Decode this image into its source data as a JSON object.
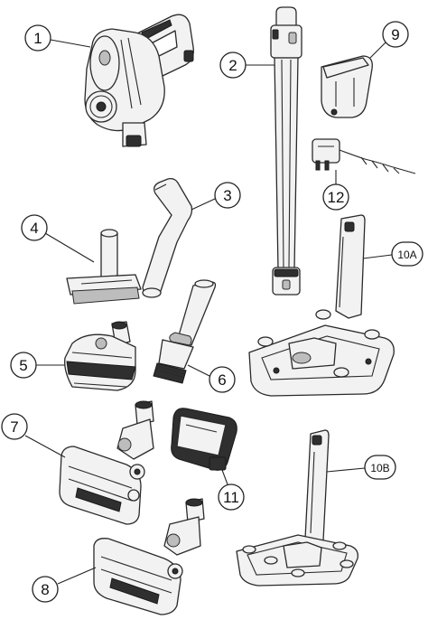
{
  "callouts": {
    "c1": "1",
    "c2": "2",
    "c3": "3",
    "c4": "4",
    "c5": "5",
    "c6": "6",
    "c7": "7",
    "c8": "8",
    "c9": "9",
    "c10a": "10A",
    "c10b": "10B",
    "c11": "11",
    "c12": "12"
  },
  "colors": {
    "line": "#2a2a2a",
    "fill": "#f2f2f2",
    "dark": "#2f2f2f",
    "background": "#ffffff"
  }
}
